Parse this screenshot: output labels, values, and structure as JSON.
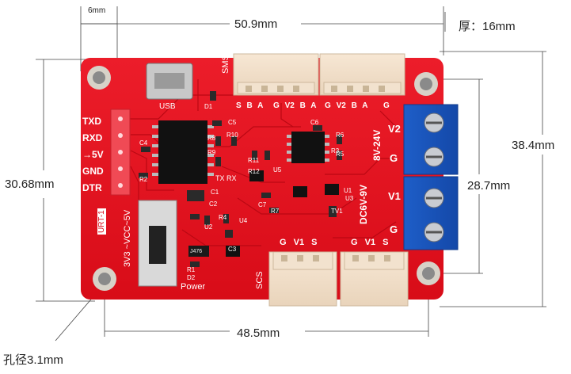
{
  "dimensions": {
    "gap": "6mm",
    "top_width": "50.9mm",
    "thickness": "厚：16mm",
    "left_height": "30.68mm",
    "right_height": "38.4mm",
    "terminal_span": "28.7mm",
    "bottom_width": "48.5mm",
    "hole": "孔径3.1mm"
  },
  "board": {
    "color": "#e3101e",
    "silkscreen": {
      "usb": "USB",
      "sms": "SMS",
      "pins_left": [
        "TXD",
        "RXD",
        "→5V",
        "GND",
        "DTR"
      ],
      "top_conn_labels_1": [
        "S",
        "B",
        "A"
      ],
      "top_conn_labels_2": [
        "G",
        "V2",
        "B",
        "A"
      ],
      "top_conn_labels_3": [
        "G",
        "V2",
        "B",
        "A"
      ],
      "top_conn_labels_4": [
        "G"
      ],
      "voltage_1": "8V-24V",
      "voltage_2": "DC6V-9V",
      "terminal_labels": [
        "V2",
        "G",
        "V1",
        "G"
      ],
      "switch_label": "3V3 ~VCC~5V",
      "urt_label": "URT-1",
      "power": "Power",
      "scs": "SCS",
      "bottom_conn_labels_1": [
        "G",
        "V1",
        "S"
      ],
      "bottom_conn_labels_2": [
        "G",
        "V1",
        "S"
      ],
      "txrx": "TX RX",
      "components": [
        "C5",
        "C4",
        "R2",
        "R8",
        "R9",
        "R10",
        "R11",
        "R12",
        "C6",
        "R6",
        "R5",
        "R3",
        "C1",
        "C2",
        "R4",
        "U2",
        "C3",
        "R1",
        "D2",
        "D1",
        "C7",
        "R7",
        "U1",
        "U3",
        "U5",
        "TV1",
        "J476",
        "U4"
      ]
    }
  }
}
